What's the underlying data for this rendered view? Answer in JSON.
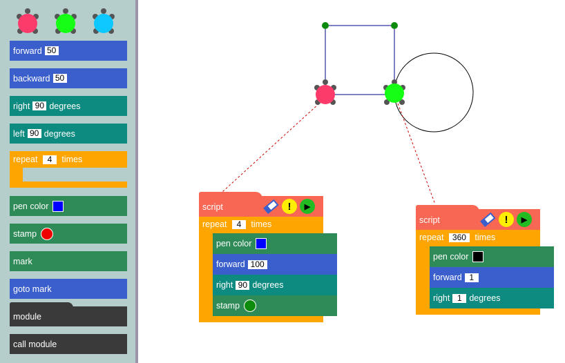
{
  "palette": {
    "turtles": [
      {
        "name": "turtle-pink",
        "color": "#fc3b6b"
      },
      {
        "name": "turtle-green",
        "color": "#14ff14"
      },
      {
        "name": "turtle-cyan",
        "color": "#0cc8ff"
      }
    ],
    "forward": {
      "label": "forward",
      "value": "50"
    },
    "backward": {
      "label": "backward",
      "value": "50"
    },
    "right": {
      "label": "right",
      "value": "90",
      "suffix": "degrees"
    },
    "left": {
      "label": "left",
      "value": "90",
      "suffix": "degrees"
    },
    "repeat": {
      "label": "repeat",
      "value": "4",
      "suffix": "times"
    },
    "pen_color": {
      "label": "pen color",
      "color": "#0000ff"
    },
    "stamp": {
      "label": "stamp",
      "color": "#ee0000"
    },
    "mark": {
      "label": "mark"
    },
    "goto_mark": {
      "label": "goto mark"
    },
    "module": {
      "label": "module"
    },
    "call_module": {
      "label": "call module"
    }
  },
  "script1": {
    "title": "script",
    "repeat": {
      "label": "repeat",
      "value": "4",
      "suffix": "times"
    },
    "pen_color": {
      "label": "pen color",
      "color": "#0000ff"
    },
    "forward": {
      "label": "forward",
      "value": "100"
    },
    "right": {
      "label": "right",
      "value": "90",
      "suffix": "degrees"
    },
    "stamp": {
      "label": "stamp",
      "color": "#0c8b0c"
    }
  },
  "script2": {
    "title": "script",
    "repeat": {
      "label": "repeat",
      "value": "360",
      "suffix": "times"
    },
    "pen_color": {
      "label": "pen color",
      "color": "#000000"
    },
    "forward": {
      "label": "forward",
      "value": "1"
    },
    "right": {
      "label": "right",
      "value": "1",
      "suffix": "degrees"
    }
  },
  "colors": {
    "square_stroke": "#00008b",
    "stamp_marks": "#0c8b0c",
    "circle_stroke": "#000000",
    "link_line": "#d00000"
  }
}
